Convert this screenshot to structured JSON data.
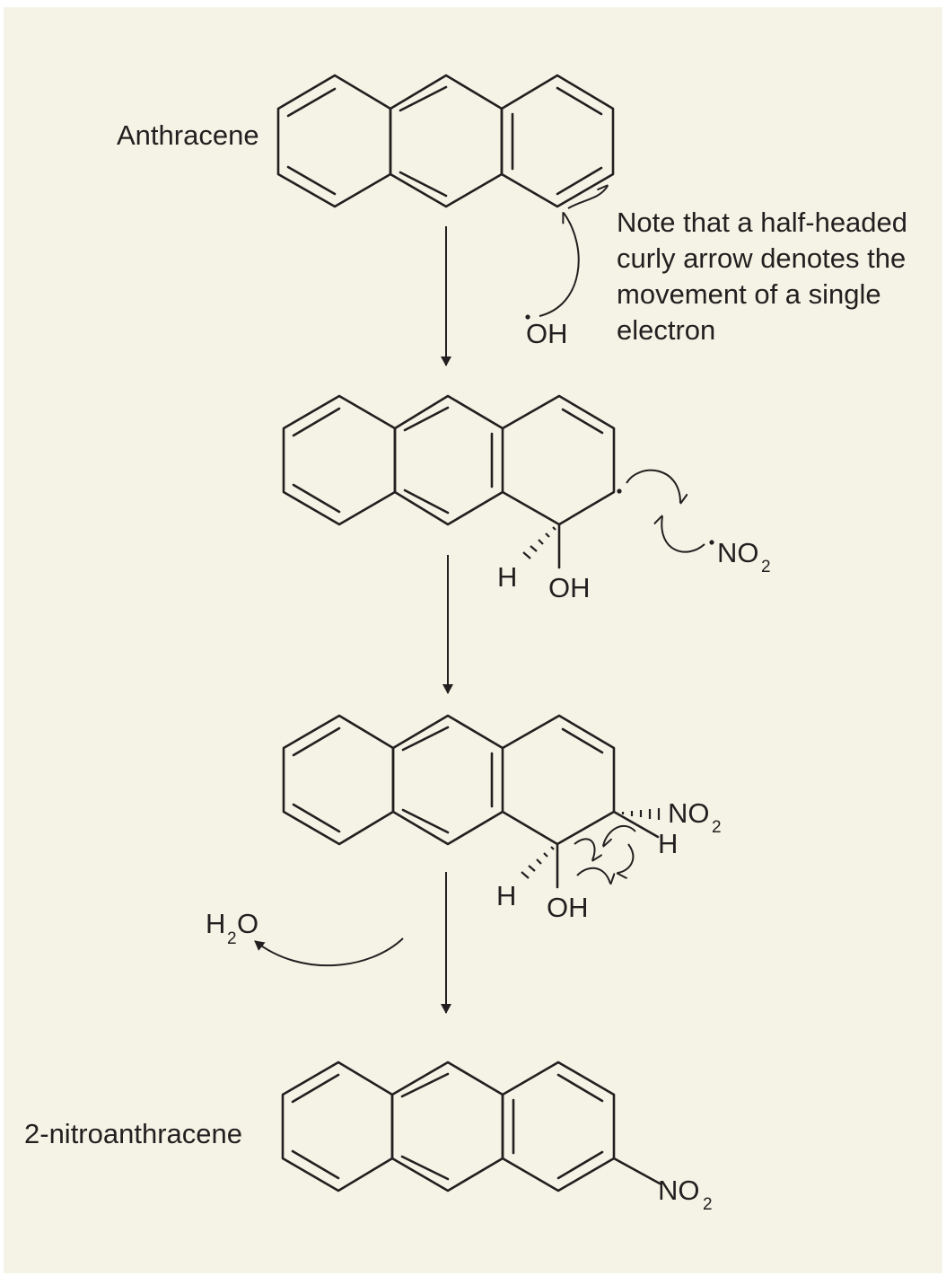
{
  "colors": {
    "background": "#f5f3e5",
    "ink": "#231f20"
  },
  "labels": {
    "anthracene": "Anthracene",
    "product": "2-nitroanthracene",
    "note_lines": [
      "Note that a half-headed",
      "curly arrow denotes the",
      "movement of a single",
      "electron"
    ],
    "oh_radical": "OH",
    "oh": "OH",
    "h": "H",
    "no": "NO",
    "sub2": "2",
    "water_h": "H",
    "water_o": "O"
  }
}
